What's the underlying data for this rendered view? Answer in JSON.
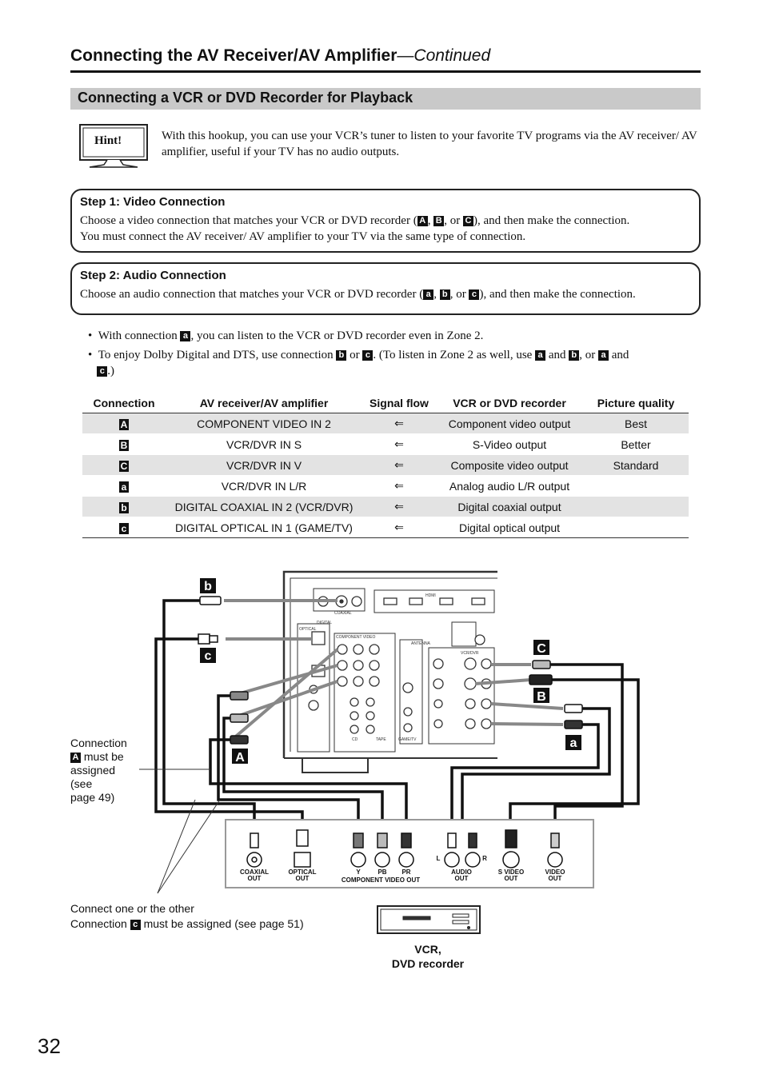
{
  "header": {
    "title_main": "Connecting the AV Receiver/AV Amplifier",
    "title_cont": "—Continued"
  },
  "section": {
    "title": "Connecting a VCR or DVD Recorder for Playback"
  },
  "hint": {
    "label": "Hint!",
    "text": "With this hookup, you can use your VCR’s tuner to listen to your favorite TV programs via the AV receiver/ AV amplifier, useful if your TV has no audio outputs."
  },
  "step1": {
    "title": "Step 1: Video Connection",
    "t1": "Choose a video connection that matches your VCR or DVD recorder (",
    "b1": "A",
    "sep1": ", ",
    "b2": "B",
    "sep2": ", or ",
    "b3": "C",
    "t2": "), and then make the connection.",
    "t3": "You must connect the AV receiver/ AV amplifier to your TV via the same type of connection."
  },
  "step2": {
    "title": "Step 2: Audio Connection",
    "t1": "Choose an audio connection that matches your VCR or DVD recorder (",
    "b1": "a",
    "sep1": ", ",
    "b2": "b",
    "sep2": ", or ",
    "b3": "c",
    "t2": "), and then make the connection."
  },
  "bullets": {
    "b1_pre": "With connection ",
    "b1_badge": "a",
    "b1_post": ", you can listen to the VCR or DVD recorder even in Zone 2.",
    "b2_pre": "To enjoy Dolby Digital and DTS, use connection ",
    "b2_badge1": "b",
    "b2_or": " or ",
    "b2_badge2": "c",
    "b2_mid": ". (To listen in Zone 2 as well, use ",
    "b2_badge3": "a",
    "b2_and": " and ",
    "b2_badge4": "b",
    "b2_or2": ", or ",
    "b2_badge5": "a",
    "b2_and2": " and",
    "b2_badge6": "c",
    "b2_end": ".)"
  },
  "table": {
    "headers": [
      "Connection",
      "AV receiver/AV amplifier",
      "Signal flow",
      "VCR or DVD recorder",
      "Picture quality"
    ],
    "rows": [
      {
        "conn": "A",
        "amp": "COMPONENT VIDEO IN 2",
        "flow": "⇐",
        "rec": "Component video output",
        "quality": "Best"
      },
      {
        "conn": "B",
        "amp": "VCR/DVR IN S",
        "flow": "⇐",
        "rec": "S-Video output",
        "quality": "Better"
      },
      {
        "conn": "C",
        "amp": "VCR/DVR IN V",
        "flow": "⇐",
        "rec": "Composite video output",
        "quality": "Standard"
      },
      {
        "conn": "a",
        "amp": "VCR/DVR IN L/R",
        "flow": "⇐",
        "rec": "Analog audio L/R output",
        "quality": ""
      },
      {
        "conn": "b",
        "amp": "DIGITAL COAXIAL IN 2 (VCR/DVR)",
        "flow": "⇐",
        "rec": "Digital coaxial output",
        "quality": ""
      },
      {
        "conn": "c",
        "amp": "DIGITAL OPTICAL IN 1 (GAME/TV)",
        "flow": "⇐",
        "rec": "Digital optical output",
        "quality": ""
      }
    ]
  },
  "diagram": {
    "labels": {
      "b": "b",
      "c": "c",
      "C": "C",
      "B": "B",
      "A": "A",
      "a": "a"
    },
    "note1": {
      "t1": "Connection",
      "badge": "A",
      "t2": " must be",
      "t3": "assigned",
      "t4": "(see",
      "t5": "page 49)"
    },
    "note2": {
      "line1": "Connect one or the other",
      "pre": "Connection ",
      "badge": "c",
      "post": " must be assigned (see page 51)"
    },
    "recorder_jacks": {
      "coaxial": "COAXIAL\nOUT",
      "optical": "OPTICAL\nOUT",
      "y": "Y",
      "pb": "PB",
      "pr": "PR",
      "component": "COMPONENT VIDEO OUT",
      "l": "L",
      "r": "R",
      "audio": "AUDIO\nOUT",
      "svideo": "S VIDEO\nOUT",
      "video": "VIDEO\nOUT"
    },
    "recorder_name_1": "VCR,",
    "recorder_name_2": "DVD recorder",
    "panel_text": {
      "component_video": "COMPONENT VIDEO",
      "antenna": "ANTENNA",
      "vcr_dvr": "VCR/DVR",
      "digital": "DIGITAL",
      "optical": "OPTICAL",
      "coaxial": "COAXIAL",
      "hdmi": "HDMI",
      "cd": "CD",
      "tape": "TAPE",
      "game_tv": "GAME/TV"
    }
  },
  "page_number": "32"
}
